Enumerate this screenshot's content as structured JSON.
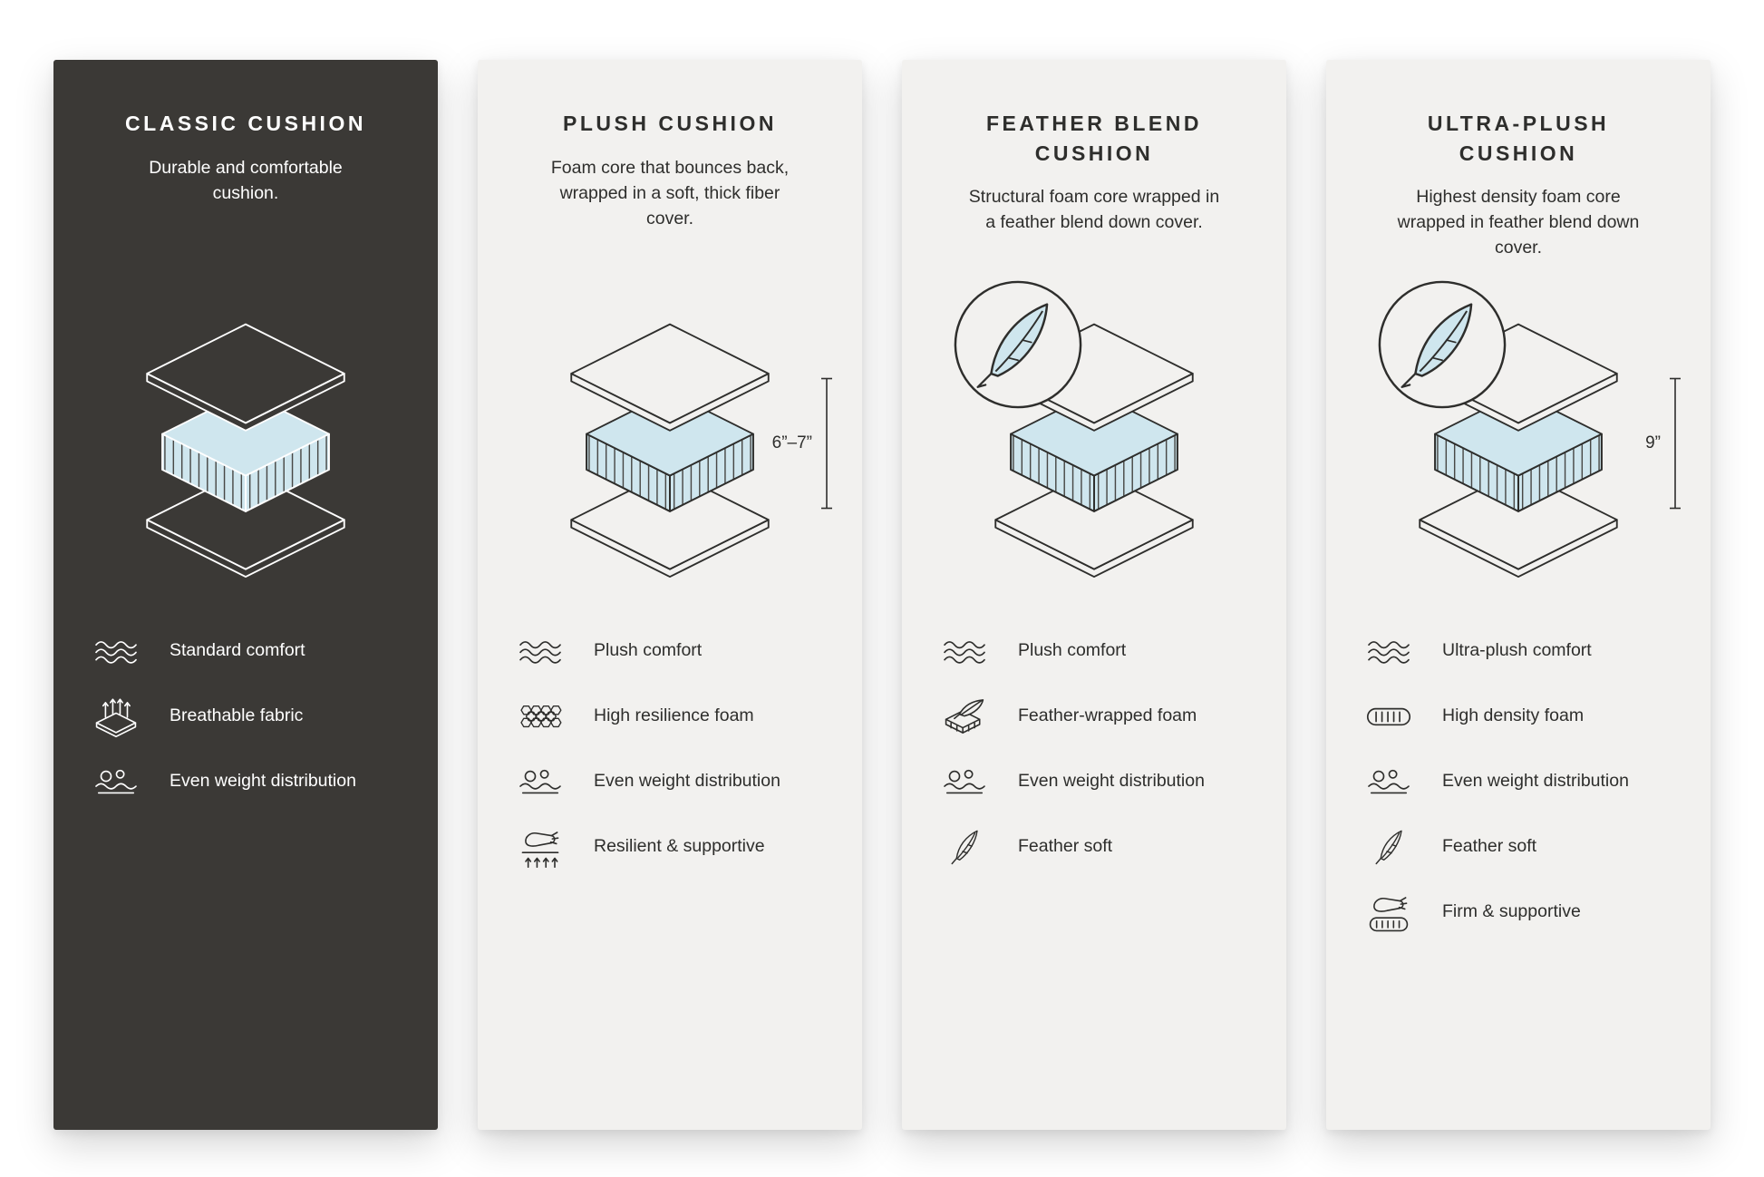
{
  "page": {
    "name": "Cushion comparison infographic",
    "background": "#FFFFFF"
  },
  "palette": {
    "foam_blue": "#CFE6EE",
    "hatch": "#3B3936",
    "dark_card_background": "#3B3936",
    "light_card_background": "#F2F1EF",
    "dark_text": "#2E2E2C"
  },
  "cards": [
    {
      "id": "classic",
      "title": "CLASSIC CUSHION",
      "description": "Durable and comfortable cushion.",
      "theme": {
        "background": "#3B3936",
        "text": "#FFFFFF"
      },
      "diagram": {
        "illustration": "layered-cushion",
        "feather_badge": false,
        "dimension_label": ""
      },
      "features": [
        {
          "icon": "waves-icon",
          "label": "Standard comfort"
        },
        {
          "icon": "breathable-fabric-icon",
          "label": "Breathable fabric"
        },
        {
          "icon": "even-weight-icon",
          "label": "Even weight distribution"
        }
      ]
    },
    {
      "id": "plush",
      "title": "PLUSH CUSHION",
      "description": "Foam core that bounces back, wrapped in a soft, thick fiber cover.",
      "theme": {
        "background": "#F2F1EF",
        "text": "#2E2E2C"
      },
      "diagram": {
        "illustration": "layered-cushion",
        "feather_badge": false,
        "dimension_label": "6”–7”"
      },
      "features": [
        {
          "icon": "waves-icon",
          "label": "Plush comfort"
        },
        {
          "icon": "honeycomb-foam-icon",
          "label": "High resilience foam"
        },
        {
          "icon": "even-weight-icon",
          "label": "Even weight distribution"
        },
        {
          "icon": "resilient-hand-icon",
          "label": "Resilient & supportive"
        }
      ]
    },
    {
      "id": "feather-blend",
      "title": "FEATHER BLEND CUSHION",
      "description": "Structural foam core wrapped in a feather blend down cover.",
      "theme": {
        "background": "#F2F1EF",
        "text": "#2E2E2C"
      },
      "diagram": {
        "illustration": "layered-cushion",
        "feather_badge": true,
        "dimension_label": ""
      },
      "features": [
        {
          "icon": "waves-icon",
          "label": "Plush comfort"
        },
        {
          "icon": "feather-wrapped-foam-icon",
          "label": "Feather-wrapped foam"
        },
        {
          "icon": "even-weight-icon",
          "label": "Even weight distribution"
        },
        {
          "icon": "feather-icon",
          "label": "Feather soft"
        }
      ]
    },
    {
      "id": "ultra-plush",
      "title": "ULTRA-PLUSH CUSHION",
      "description": "Highest density foam core wrapped in feather blend down cover.",
      "theme": {
        "background": "#F2F1EF",
        "text": "#2E2E2C"
      },
      "diagram": {
        "illustration": "layered-cushion",
        "feather_badge": true,
        "dimension_label": "9”"
      },
      "features": [
        {
          "icon": "waves-icon",
          "label": "Ultra-plush comfort"
        },
        {
          "icon": "high-density-foam-icon",
          "label": "High density foam"
        },
        {
          "icon": "even-weight-icon",
          "label": "Even weight distribution"
        },
        {
          "icon": "feather-icon",
          "label": "Feather soft"
        },
        {
          "icon": "firm-supportive-icon",
          "label": "Firm & supportive"
        }
      ]
    }
  ]
}
